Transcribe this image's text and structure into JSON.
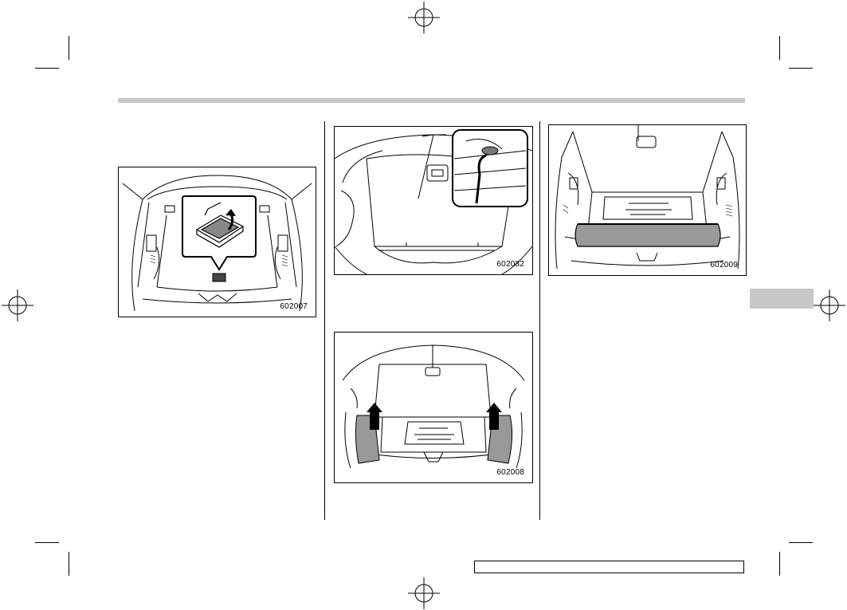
{
  "figures": [
    {
      "id": "fig-1",
      "label": "602007"
    },
    {
      "id": "fig-2",
      "label": "602082"
    },
    {
      "id": "fig-3",
      "label": "602008"
    },
    {
      "id": "fig-4",
      "label": "602009"
    }
  ],
  "colors": {
    "header_rule": "#c8c8c8",
    "section_tab": "#c8c8c8",
    "ink": "#000000",
    "shade": "#999999"
  }
}
